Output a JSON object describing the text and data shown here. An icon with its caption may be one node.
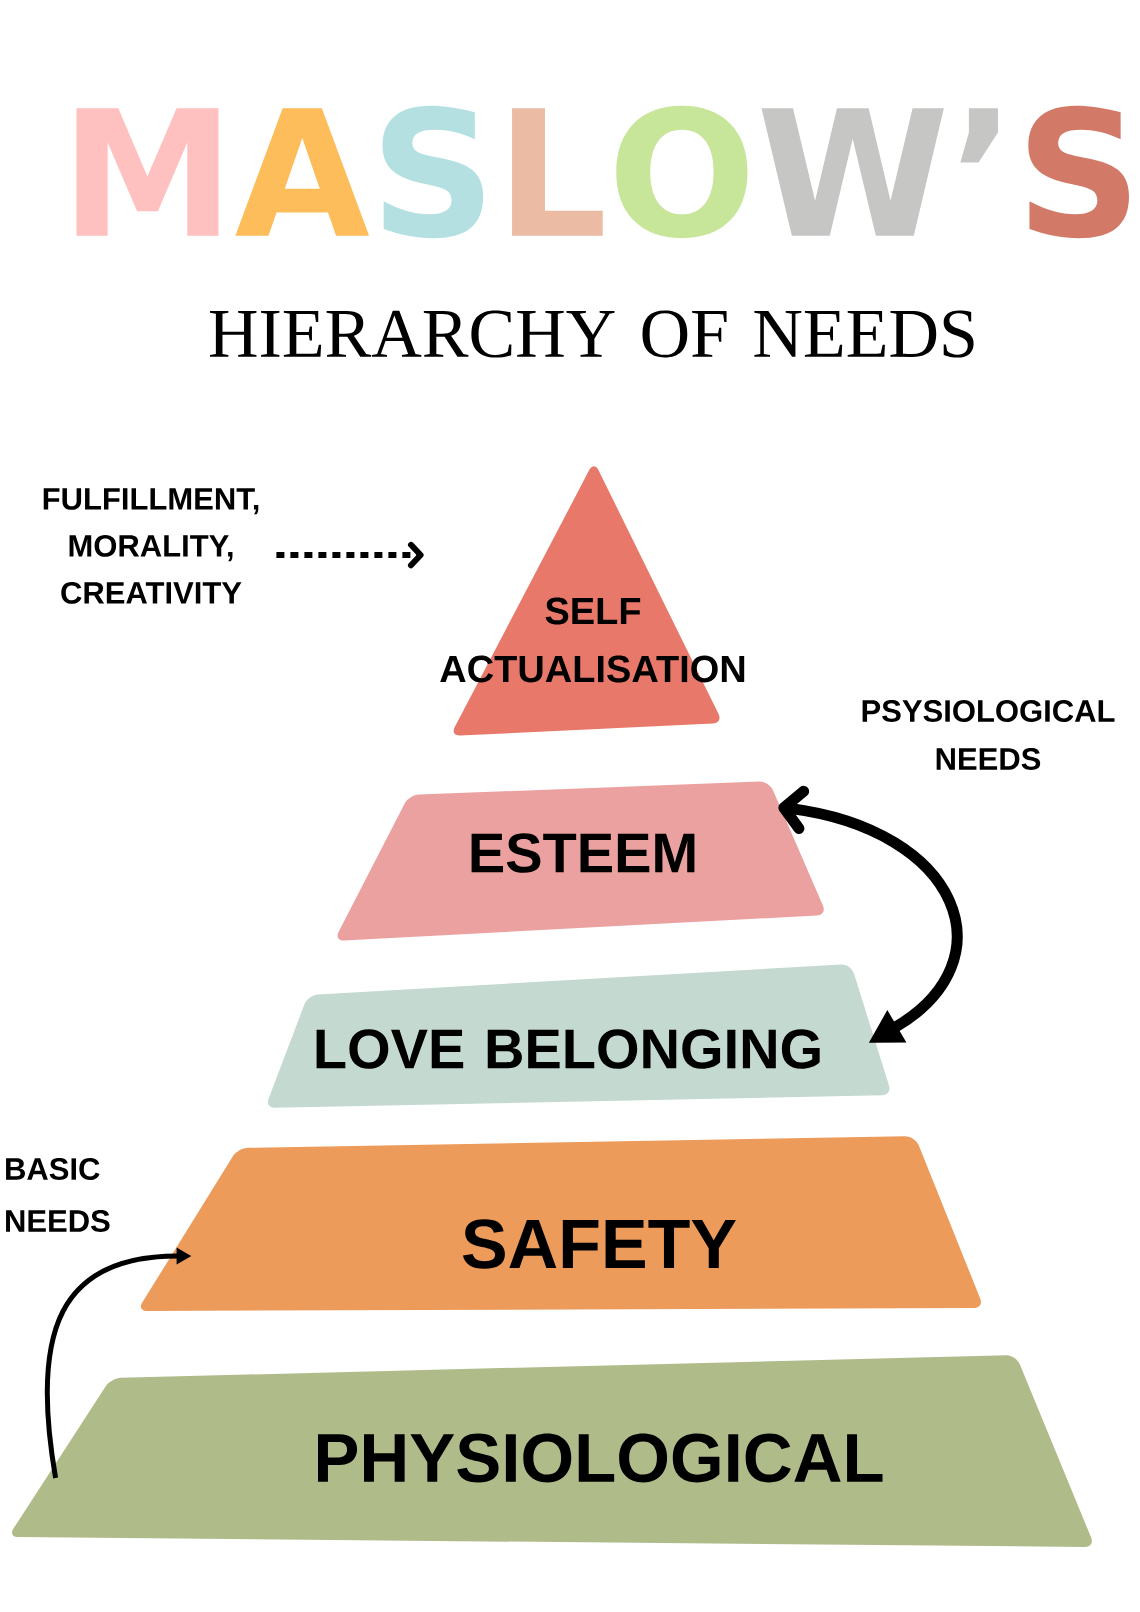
{
  "diagram": {
    "title": "MASLOW’S",
    "nodes": [
      {
        "text": [
          "FULFILLMENT, MORALITY, CREATIVITY"
        ]
      },
      {
        "text": [
          "SELF ACTUALISATION"
        ]
      },
      {
        "text": [
          "ESTEEM"
        ]
      },
      {
        "text": [
          "LOVE BELONGING"
        ]
      },
      {
        "text": [
          "SAFETY"
        ]
      },
      {
        "text": [
          "PHYSIOLOGICAL"
        ]
      }
    ],
    "edges": [
      {
        "from": 0,
        "to": 1,
        "arrow": "to",
        "style": "dashed"
      },
      {
        "from": 2,
        "to": 3,
        "arrow": "both",
        "style": "thick"
      },
      {
        "from": 5,
        "to": 4,
        "arrow": "to"
      }
    ],
    "labels": [
      "HIERARCHY OF NEEDS",
      "PSYSIOLOGICAL NEEDS",
      "BASIC NEEDS"
    ]
  }
}
